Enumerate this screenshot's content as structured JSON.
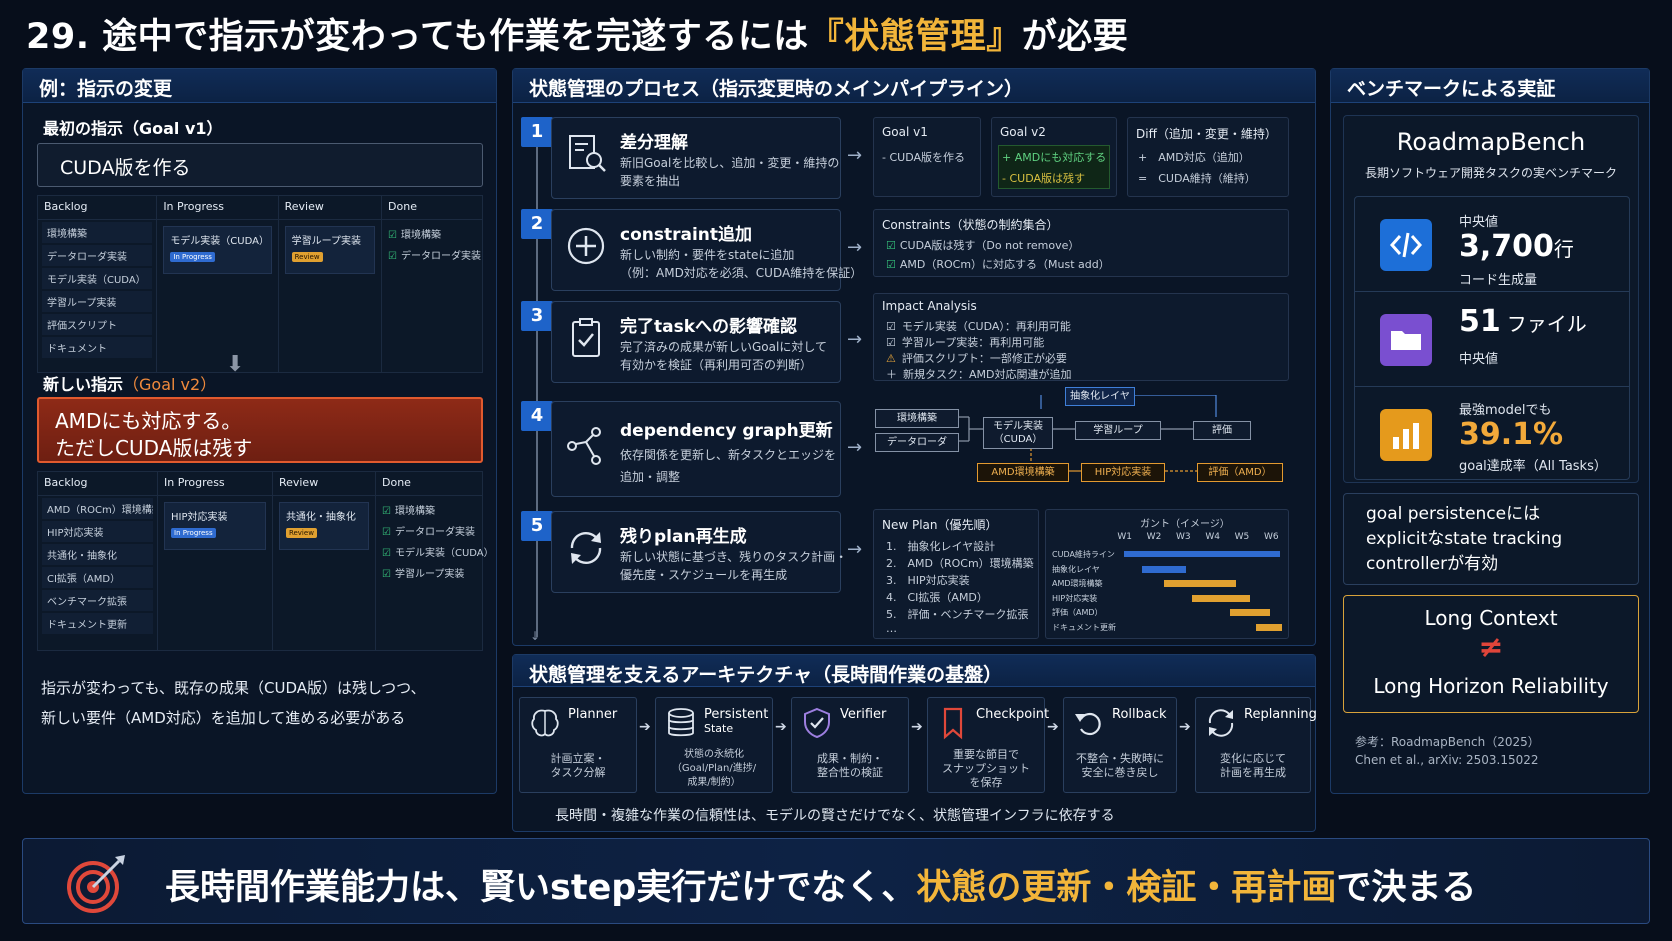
{
  "title": {
    "prefix": "29. 途中で指示が変わっても作業を完遂するには",
    "highlight": "『状態管理』",
    "suffix": "が必要"
  },
  "left": {
    "header": "例：指示の変更",
    "v1_label": "最初の指示（Goal v1）",
    "v1_text": "CUDA版を作る",
    "board1": {
      "backlog_h": "Backlog",
      "inprog_h": "In Progress",
      "review_h": "Review",
      "done_h": "Done",
      "backlog": [
        "環境構築",
        "データローダ実装",
        "モデル実装（CUDA）",
        "学習ループ実装",
        "評価スクリプト",
        "ドキュメント"
      ],
      "inprog": "モデル実装（CUDA）",
      "inprog_tag": "In Progress",
      "review": "学習ループ実装",
      "review_tag": "Review",
      "done": [
        "環境構築",
        "データローダ実装"
      ]
    },
    "v2_label": "新しい指示",
    "v2_label_hl": "（Goal v2）",
    "v2_line1": "AMDにも対応する。",
    "v2_line2": "ただしCUDA版は残す",
    "board2": {
      "backlog_h": "Backlog",
      "inprog_h": "In Progress",
      "review_h": "Review",
      "done_h": "Done",
      "backlog": [
        "AMD（ROCm）環境構築",
        "HIP対応実装",
        "共通化・抽象化",
        "CI拡張（AMD）",
        "ベンチマーク拡張",
        "ドキュメント更新"
      ],
      "inprog": "HIP対応実装",
      "inprog_tag": "In Progress",
      "review": "共通化・抽象化",
      "review_tag": "Review",
      "done": [
        "環境構築",
        "データローダ実装",
        "モデル実装（CUDA）",
        "学習ループ実装"
      ]
    },
    "caption1": "指示が変わっても、既存の成果（CUDA版）は残しつつ、",
    "caption2": "新しい要件（AMD対応）を追加して進める必要がある"
  },
  "middle": {
    "header": "状態管理のプロセス（指示変更時のメインパイプライン）",
    "steps": [
      {
        "n": "1",
        "title": "差分理解",
        "d1": "新旧Goalを比較し、追加・変更・維持の",
        "d2": "要素を抽出"
      },
      {
        "n": "2",
        "title": "constraint追加",
        "d1": "新しい制約・要件をstateに追加",
        "d2": "（例：AMD対応を必須、CUDA維持を保証）"
      },
      {
        "n": "3",
        "title": "完了taskへの影響確認",
        "d1": "完了済みの成果が新しいGoalに対して",
        "d2": "有効かを検証（再利用可否の判断）"
      },
      {
        "n": "4",
        "title": "dependency graph更新",
        "d1": "依存関係を更新し、新タスクとエッジを",
        "d2": "追加・調整"
      },
      {
        "n": "5",
        "title": "残りplan再生成",
        "d1": "新しい状態に基づき、残りのタスク計画・",
        "d2": "優先度・スケジュールを再生成"
      }
    ],
    "goal_v1": {
      "h": "Goal v1",
      "line": "- CUDA版を作る"
    },
    "goal_v2": {
      "h": "Goal v2",
      "l1": "+ AMDにも対応する",
      "l2": "- CUDA版は残す"
    },
    "diff": {
      "h": "Diff（追加・変更・維持）",
      "l1": "+　AMD対応（追加）",
      "l2": "=　CUDA維持（維持）"
    },
    "constraints": {
      "h": "Constraints（状態の制約集合）",
      "l1": "CUDA版は残す（Do not remove）",
      "l2": "AMD（ROCm）に対応する（Must add）"
    },
    "impact": {
      "h": "Impact Analysis",
      "l1": "モデル実装（CUDA）：再利用可能",
      "l2": "学習ループ実装：再利用可能",
      "l3": "評価スクリプト：一部修正が必要",
      "l4": "新規タスク：AMD対応関連が追加"
    },
    "graph": {
      "n_env": "環境構築",
      "n_data": "データローダ",
      "n_model1": "モデル実装",
      "n_model2": "（CUDA）",
      "n_abs": "抽象化レイヤ",
      "n_train": "学習ループ",
      "n_eval": "評価",
      "n_amdenv": "AMD環境構築",
      "n_hip": "HIP対応実装",
      "n_evalamd": "評価（AMD）"
    },
    "plan": {
      "h": "New Plan（優先順）",
      "items": [
        "1.　抽象化レイヤ設計",
        "2.　AMD（ROCm）環境構築",
        "3.　HIP対応実装",
        "4.　CI拡張（AMD）",
        "5.　評価・ベンチマーク拡張",
        "…"
      ]
    },
    "gantt": {
      "h": "ガント（イメージ）",
      "weeks": [
        "W1",
        "W2",
        "W3",
        "W4",
        "W5",
        "W6"
      ],
      "rows": [
        "CUDA維持ライン",
        "抽象化レイヤ",
        "AMD環境構築",
        "HIP対応実装",
        "評価（AMD）",
        "ドキュメント更新"
      ]
    },
    "arch_header": "状態管理を支えるアーキテクチャ（長時間作業の基盤）",
    "arch": [
      {
        "t1": "Planner",
        "t2": "",
        "d1": "計画立案・",
        "d2": "タスク分解",
        "d3": ""
      },
      {
        "t1": "Persistent",
        "t2": "State",
        "d1": "状態の永続化",
        "d2": "（Goal/Plan/進捗/",
        "d3": "成果/制約）"
      },
      {
        "t1": "Verifier",
        "t2": "",
        "d1": "成果・制約・",
        "d2": "整合性の検証",
        "d3": ""
      },
      {
        "t1": "Checkpoint",
        "t2": "",
        "d1": "重要な節目で",
        "d2": "スナップショット",
        "d3": "を保存"
      },
      {
        "t1": "Rollback",
        "t2": "",
        "d1": "不整合・失敗時に",
        "d2": "安全に巻き戻し",
        "d3": ""
      },
      {
        "t1": "Replanning",
        "t2": "",
        "d1": "変化に応じて",
        "d2": "計画を再生成",
        "d3": ""
      }
    ],
    "arch_caption": "長時間・複雑な作業の信頼性は、モデルの賢さだけでなく、状態管理インフラに依存する"
  },
  "right": {
    "header": "ベンチマークによる実証",
    "bench_name": "RoadmapBench",
    "bench_sub": "長期ソフトウェア開発タスクの実ベンチマーク",
    "m1": {
      "label": "中央値",
      "value": "3,700",
      "unit": "行",
      "sub": "コード生成量"
    },
    "m2": {
      "value": "51",
      "unit": "ファイル",
      "sub": "中央値"
    },
    "m3": {
      "label": "最強modelでも",
      "value": "39.1%",
      "sub": "goal達成率（All Tasks）"
    },
    "persist1": "goal persistenceには",
    "persist2": "explicitなstate tracking",
    "persist3": "controllerが有効",
    "lc1": "Long Context",
    "lc_sym": "≠",
    "lc2": "Long Horizon Reliability",
    "ref1": "参考：RoadmapBench（2025）",
    "ref2": "Chen et al., arXiv: 2503.15022"
  },
  "footer": {
    "t1": "長時間作業能力は、賢いstep実行だけでなく、",
    "hl": "状態の更新・検証・再計画",
    "t2": "で決まる"
  },
  "colors": {
    "accent_orange": "#f2b53a",
    "accent_blue": "#1e63c9",
    "alert_red": "#b8331c",
    "bg": "#070e1b"
  }
}
